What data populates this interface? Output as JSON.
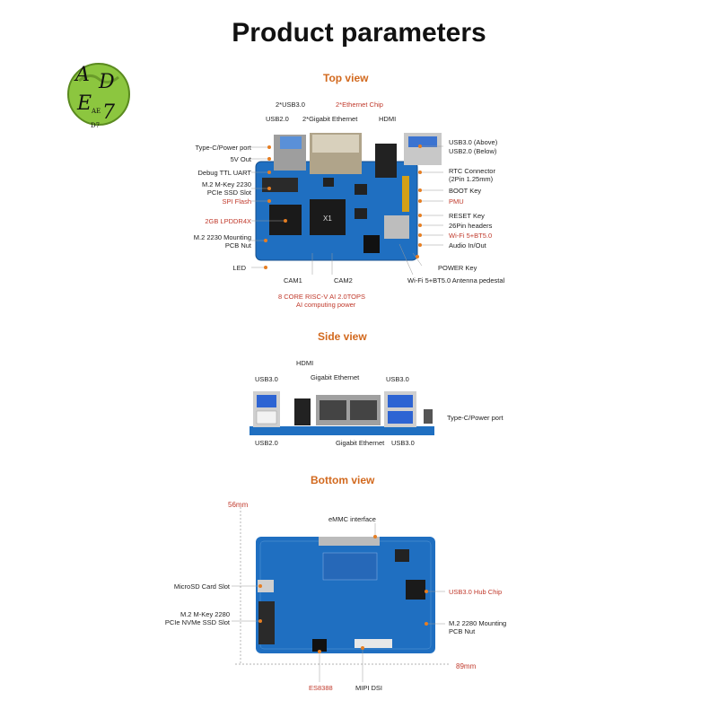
{
  "title": "Product parameters",
  "logo": {
    "letters": "ADE7",
    "small_text_1": "AE",
    "small_text_2": "D7"
  },
  "sections": {
    "top": "Top view",
    "side": "Side view",
    "bottom": "Bottom view"
  },
  "top_labels": {
    "usb2": "USB2.0",
    "usb3x2": "2*USB3.0",
    "eth_chip": "2*Ethernet Chip",
    "gigabit_eth": "2*Gigabit Ethernet",
    "hdmi": "HDMI",
    "typec": "Type-C/Power port",
    "fivev": "5V Out",
    "debug": "Debug TTL UART",
    "m2_2230_a": "M.2 M-Key 2230",
    "m2_2230_b": "PCIe SSD Slot",
    "spi": "SPI Flash",
    "lpddr": "2GB LPDDR4X",
    "mount_a": "M.2 2230 Mounting",
    "mount_b": "PCB Nut",
    "led": "LED",
    "cam1": "CAM1",
    "cam2": "CAM2",
    "cpu_a": "8 CORE  RISC-V AI 2.0TOPS",
    "cpu_b": "AI computing power",
    "usb_above": "USB3.0 (Above)",
    "usb_below": "USB2.0 (Below)",
    "rtc_a": "RTC Connector",
    "rtc_b": "(2Pin 1.25mm)",
    "boot": "BOOT Key",
    "pmu": "PMU",
    "reset": "RESET Key",
    "pin26": "26Pin headers",
    "wifi": "Wi-Fi 5+BT5.0",
    "audio": "Audio In/Out",
    "power": "POWER Key",
    "antenna": "Wi-Fi 5+BT5.0 Antenna pedestal",
    "chip_mark": "X1"
  },
  "side_labels": {
    "hdmi": "HDMI",
    "usb3_left": "USB3.0",
    "gigabit_top": "Gigabit Ethernet",
    "usb3_right": "USB3.0",
    "typec": "Type-C/Power port",
    "usb2_bottom": "USB2.0",
    "gigabit_bottom": "Gigabit Ethernet",
    "usb3_bottom": "USB3.0"
  },
  "bottom_labels": {
    "dim_h": "56mm",
    "emmc": "eMMC interface",
    "microsd": "MicroSD Card Slot",
    "m2_2280_a": "M.2 M-Key 2280",
    "m2_2280_b": "PCIe NVMe SSD Slot",
    "hub": "USB3.0 Hub Chip",
    "mount_a": "M.2 2280 Mounting",
    "mount_b": "PCB Nut",
    "dim_w": "89mm",
    "es8388": "ES8388",
    "mipi": "MIPI DSI"
  },
  "colors": {
    "board": "#1f6fc1",
    "accent": "#d2691e",
    "red_label": "#c0392b",
    "logo_green": "#8cc63f"
  }
}
